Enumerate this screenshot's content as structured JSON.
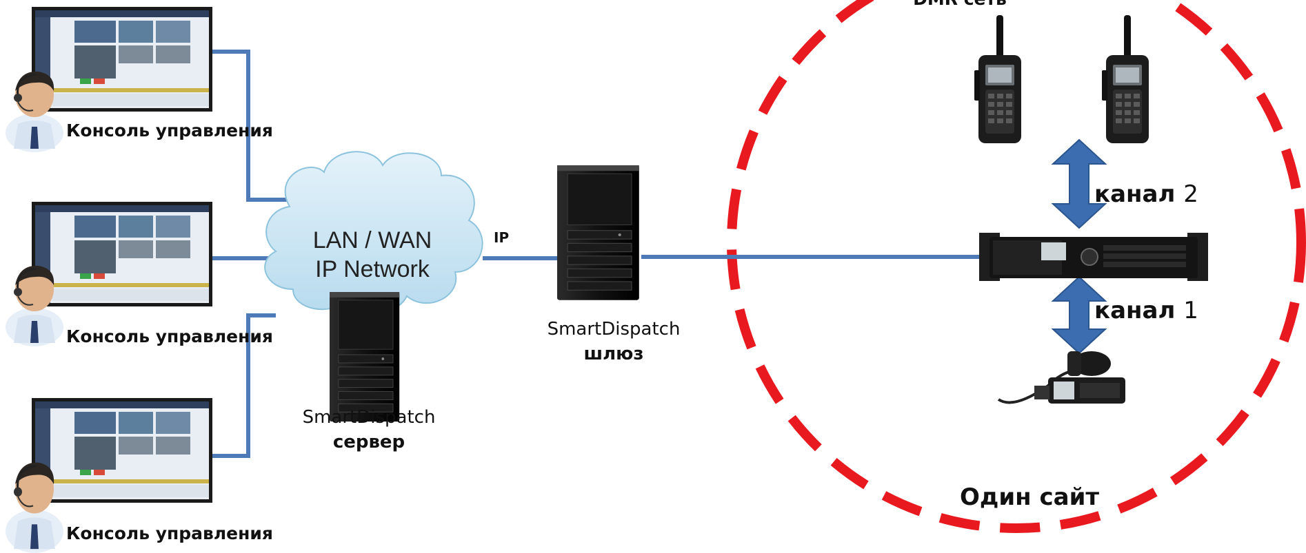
{
  "consoles": [
    {
      "label": "Консоль управления"
    },
    {
      "label": "Консоль управления"
    },
    {
      "label": "Консоль управления"
    }
  ],
  "network": {
    "line1": "LAN / WAN",
    "line2": "IP Network"
  },
  "server": {
    "name": "SmartDispatch",
    "role": "сервер"
  },
  "gateway": {
    "name": "SmartDispatch",
    "role": "шлюз"
  },
  "link": {
    "label": "IP"
  },
  "site": {
    "top_label": "DMR сеть",
    "name": "Один сайт",
    "channels": [
      {
        "word": "канал",
        "number": "2"
      },
      {
        "word": "канал",
        "number": "1"
      }
    ]
  },
  "colors": {
    "link": "#4f7ab8",
    "site_ring": "#e8191f",
    "arrow": "#3c6db0",
    "cloud": "#cfe6f3"
  }
}
